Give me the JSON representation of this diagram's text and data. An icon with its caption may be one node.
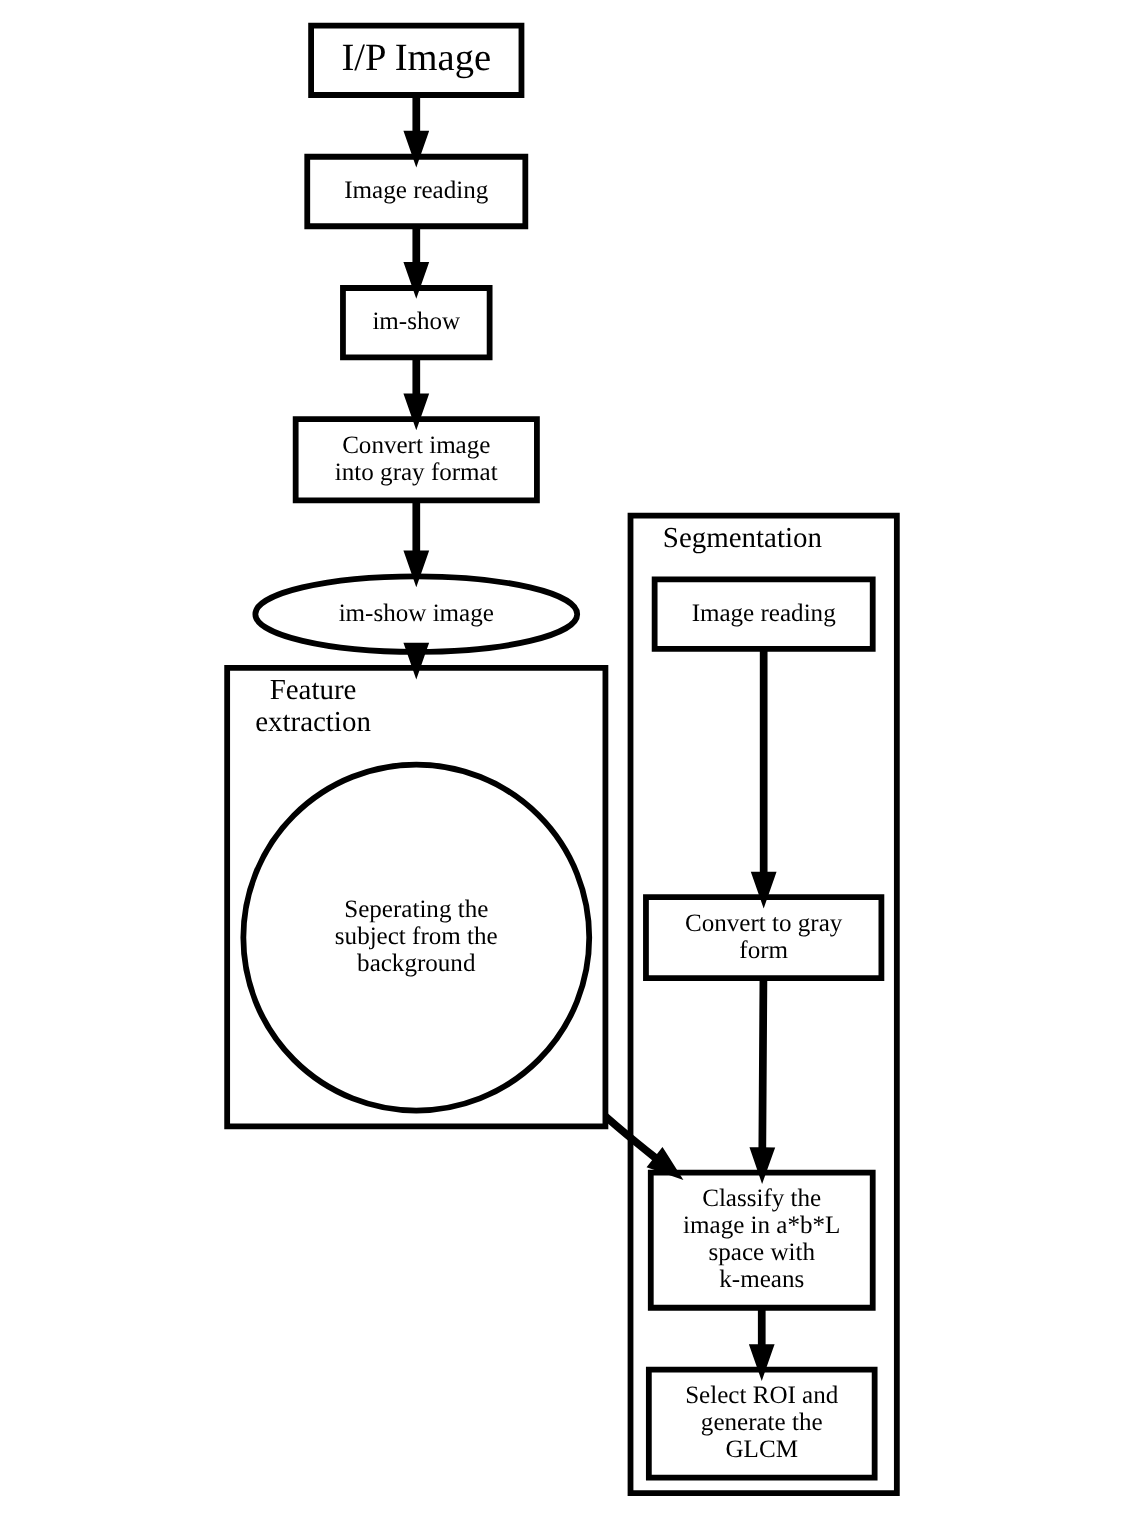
{
  "diagram": {
    "nodes": [
      {
        "text": [
          "I/P Image"
        ]
      },
      {
        "text": [
          "Image reading"
        ]
      },
      {
        "text": [
          "im-show"
        ]
      },
      {
        "text": [
          "Convert image into gray format"
        ]
      },
      {
        "text": [
          "im-show image"
        ]
      },
      {
        "text": [
          "Segmentation"
        ]
      },
      {
        "text": [
          "Image reading"
        ],
        "in": 5
      },
      {
        "text": [
          "Convert to gray form"
        ],
        "in": 5
      },
      {
        "text": [
          "Classify the image in a*b*L space with k-means"
        ],
        "in": 5
      },
      {
        "text": [
          "Select ROI and generate the GLCM"
        ],
        "in": 5
      },
      {
        "text": [
          "Feature extraction"
        ]
      },
      {
        "text": [
          "Seperating the subject from the background"
        ],
        "in": 10
      }
    ],
    "edges": [
      {
        "from": 0,
        "to": 1,
        "arrow": "to"
      },
      {
        "from": 1,
        "to": 2,
        "arrow": "to"
      },
      {
        "from": 2,
        "to": 3,
        "arrow": "to"
      },
      {
        "from": 3,
        "to": 4,
        "arrow": "to"
      },
      {
        "from": 4,
        "to": 10,
        "arrow": "to"
      },
      {
        "from": 6,
        "to": 7,
        "arrow": "to"
      },
      {
        "from": 7,
        "to": 8,
        "arrow": "to"
      },
      {
        "from": 8,
        "to": 9,
        "arrow": "to"
      },
      {
        "from": 10,
        "to": 8,
        "arrow": "to"
      }
    ]
  }
}
